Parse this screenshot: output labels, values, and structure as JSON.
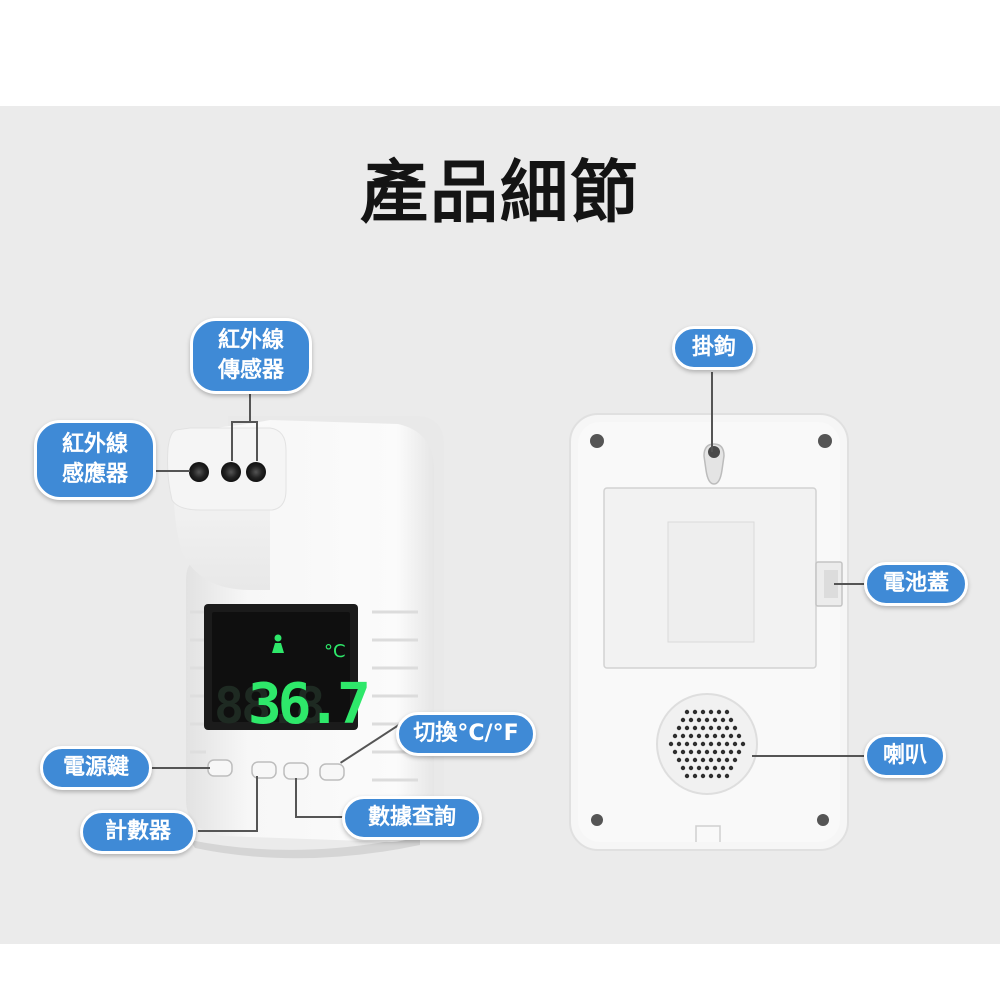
{
  "title": "產品細節",
  "labels": {
    "ir_sensor_top": [
      "紅外線",
      "傳感器"
    ],
    "ir_sensor_left": [
      "紅外線",
      "感應器"
    ],
    "power_key": "電源鍵",
    "counter": "計數器",
    "switch_unit": "切換°C/°F",
    "data_query": "數據查詢",
    "hook": "掛鉤",
    "battery_cover": "電池蓋",
    "speaker": "喇叭"
  },
  "display": {
    "reading": "36.7",
    "unit": "°C",
    "digit_color": "#2ee86a"
  },
  "colors": {
    "label_bg": "#3f8ad6",
    "panel_bg": "#ebebeb",
    "device_body": "#f4f4f4"
  }
}
